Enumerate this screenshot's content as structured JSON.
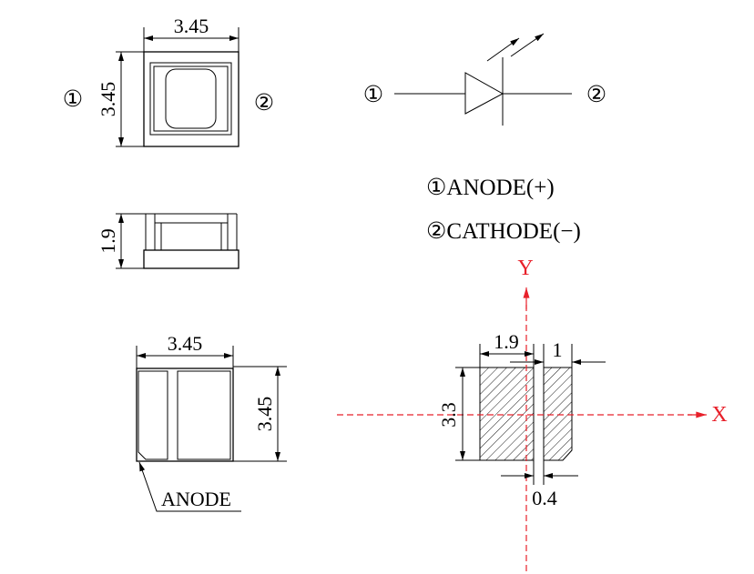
{
  "top_view": {
    "width_label": "3.45",
    "height_label": "3.45",
    "pin1": "①",
    "pin2": "②"
  },
  "side_view": {
    "height_label": "1.9"
  },
  "bottom_view": {
    "width_label": "3.45",
    "height_label": "3.45",
    "anode_label": "ANODE"
  },
  "schematic": {
    "pin1": "①",
    "pin2": "②"
  },
  "legend": {
    "pin1": "①ANODE(+)",
    "pin2": "②CATHODE(−)"
  },
  "footprint": {
    "axis_y": "Y",
    "axis_x": "X",
    "pad_width_label": "1.9",
    "pad2_width_label": "1",
    "height_label": "3.3",
    "gap_label": "0.4"
  },
  "colors": {
    "axis": "#e8202a",
    "line": "#000000"
  }
}
